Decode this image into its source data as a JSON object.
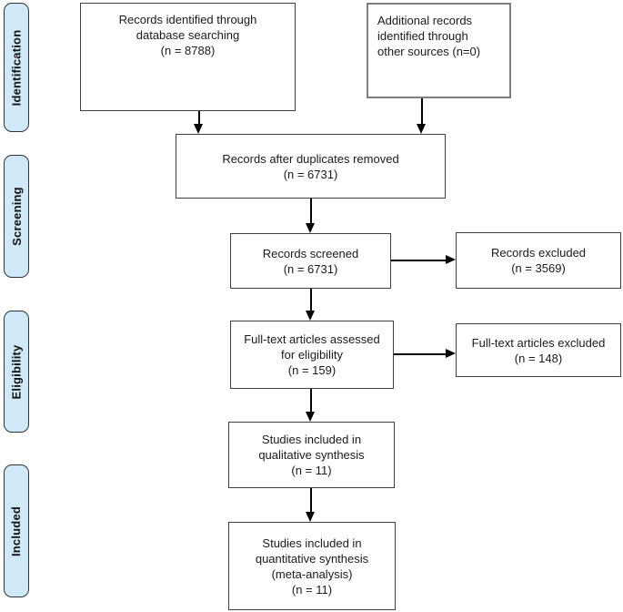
{
  "stages": [
    {
      "label": "Identification"
    },
    {
      "label": "Screening"
    },
    {
      "label": "Eligibility"
    },
    {
      "label": "Included"
    }
  ],
  "boxes": {
    "identified": "Records identified through\ndatabase searching\n(n = 8788)",
    "additional": "Additional records\nidentified through\nother sources (n=0)",
    "duplicates_removed": "Records after duplicates removed\n(n = 6731)",
    "screened": "Records screened\n(n = 6731)",
    "records_excluded": "Records excluded\n(n = 3569)",
    "fulltext_assessed": "Full-text articles assessed\nfor eligibility\n(n = 159)",
    "fulltext_excluded": "Full-text articles excluded\n(n = 148)",
    "qualitative": "Studies included in\nqualitative synthesis\n(n = 11)",
    "quantitative": "Studies included in\nquantitative synthesis\n(meta-analysis)\n(n = 11)"
  },
  "colors": {
    "background": "#ffffff",
    "stage_fill": "#cfe9f8",
    "stage_border": "#333333",
    "box_border": "#404040",
    "secondary_box_border": "#7f7f7f",
    "arrow": "#000000",
    "text": "#1a1a1a"
  }
}
